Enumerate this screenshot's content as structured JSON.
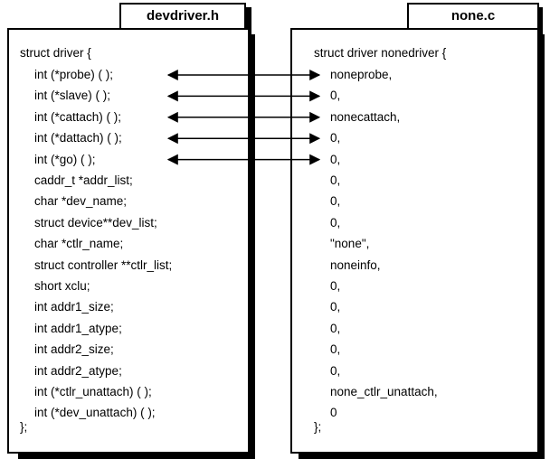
{
  "left_file": {
    "title": "devdriver.h",
    "header": "struct driver {",
    "fields": [
      "int (*probe) ( );",
      "int (*slave) ( );",
      "int (*cattach) ( );",
      "int (*dattach) ( );",
      "int (*go) ( );",
      "caddr_t *addr_list;",
      "char *dev_name;",
      "struct device**dev_list;",
      "char *ctlr_name;",
      "struct controller **ctlr_list;",
      "short xclu;",
      "int addr1_size;",
      "int addr1_atype;",
      "int addr2_size;",
      "int addr2_atype;",
      "int (*ctlr_unattach) ( );",
      "int (*dev_unattach) ( );"
    ],
    "footer": "};"
  },
  "right_file": {
    "title": "none.c",
    "header": "struct driver nonedriver {",
    "values": [
      "noneprobe,",
      "0,",
      "nonecattach,",
      "0,",
      "0,",
      "0,",
      "0,",
      "0,",
      "\"none\",",
      "noneinfo,",
      "0,",
      "0,",
      "0,",
      "0,",
      "0,",
      "none_ctlr_unattach,",
      "0"
    ],
    "footer": "};"
  },
  "arrow_count": 5
}
